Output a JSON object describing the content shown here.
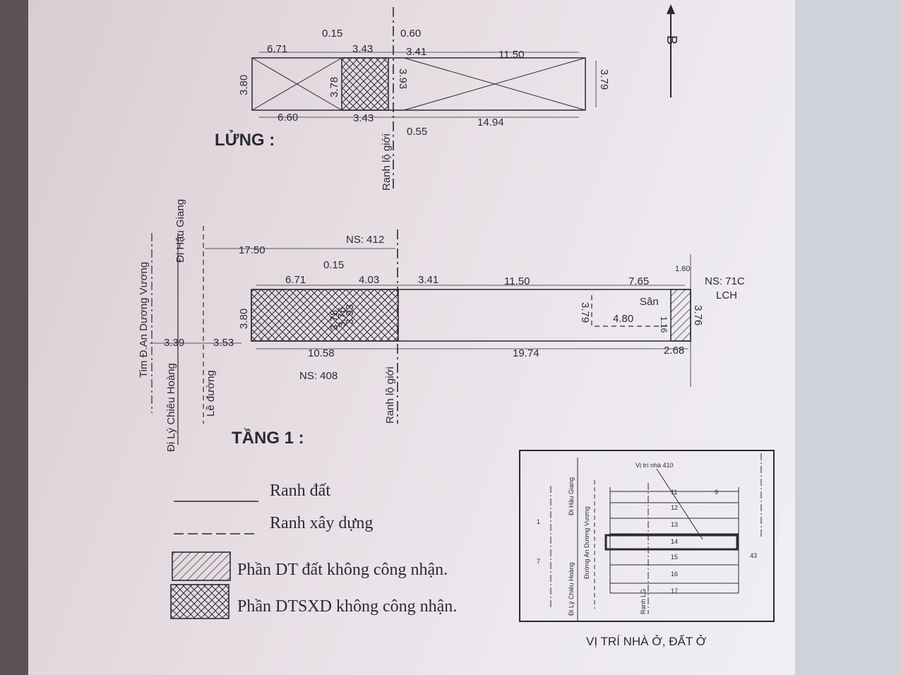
{
  "mezzanine": {
    "title": "LỬNG :",
    "top_dims": [
      "6.71",
      "0.15",
      "3.43",
      "0.60",
      "3.41",
      "11.50"
    ],
    "bottom_dims": [
      "6.60",
      "3.43",
      "0.55",
      "14.94"
    ],
    "heights": [
      "3.80",
      "3.78",
      "3.93",
      "3.79"
    ],
    "boundary_label": "Ranh lộ giới",
    "north_letter": "B"
  },
  "ground": {
    "title": "TẦNG 1 :",
    "ns_top": "NS: 412",
    "ns_bottom": "NS: 408",
    "ns_right": "NS: 71C",
    "ns_right_sub": "LCH",
    "total_front": "17.50",
    "top_dims": [
      "6.71",
      "0.15",
      "4.03",
      "3.41",
      "11.50",
      "7.65",
      "1.60"
    ],
    "bottom_dims": [
      "10.58",
      "19.74",
      "2.68"
    ],
    "heights": [
      "3.80",
      "3.78",
      "3.76",
      "3.93",
      "3.79",
      "1.16",
      "3.76"
    ],
    "yard_label": "Sân",
    "yard_width": "4.80",
    "street_dims": [
      "3.39",
      "3.53"
    ],
    "streets": {
      "hau_giang": "Đi Hậu Giang",
      "an_duong_vuong": "Tim Đ.An Dương Vương",
      "ly_chieu_hoang": "Đi Lý Chiêu Hoàng",
      "le_duong": "Lề đường"
    },
    "boundary_label": "Ranh lộ giới"
  },
  "legend": {
    "land_boundary": "Ranh đất",
    "build_boundary": "Ranh xây dựng",
    "land_unrecognized": "Phần DT đất không công nhận.",
    "build_unrecognized": "Phần DTSXD không công nhận."
  },
  "location_map": {
    "caption": "VỊ TRÍ NHÀ Ở, ĐẤT Ở",
    "house_marker": "Vị trí nhà 410",
    "lot_numbers": [
      "11",
      "12",
      "13",
      "14",
      "15",
      "16",
      "17"
    ],
    "extra_numbers": [
      "9",
      "1",
      "7",
      "43"
    ],
    "road_labels": [
      "Đi Hậu Giang",
      "Đường An Dương Vương",
      "Đi Lý Chiêu Hoàng",
      "Ranh LG"
    ]
  },
  "colors": {
    "ink": "#2a2a34",
    "paper": "#e6dde2"
  }
}
